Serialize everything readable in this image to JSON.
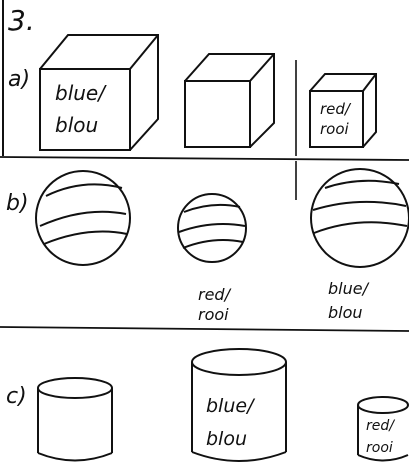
{
  "question_number": "3.",
  "rows": [
    {
      "label": "a)",
      "shape": "cube",
      "items": [
        {
          "size": "large",
          "text_lines": [
            "blue/",
            "blou"
          ]
        },
        {
          "size": "medium",
          "text_lines": []
        },
        {
          "size": "small",
          "text_lines": [
            "red/",
            "rooi"
          ]
        }
      ]
    },
    {
      "label": "b)",
      "shape": "sphere",
      "items": [
        {
          "size": "medium",
          "text_lines": [],
          "caption_lines": []
        },
        {
          "size": "small",
          "text_lines": [],
          "caption_lines": [
            "red/",
            "rooi"
          ]
        },
        {
          "size": "large",
          "text_lines": [],
          "caption_lines": [
            "blue/",
            "blou"
          ]
        }
      ]
    },
    {
      "label": "c)",
      "shape": "cylinder",
      "items": [
        {
          "size": "medium",
          "text_lines": []
        },
        {
          "size": "large",
          "text_lines": [
            "blue/",
            "blou"
          ]
        },
        {
          "size": "small",
          "text_lines": [
            "red/",
            "rooi"
          ]
        }
      ]
    }
  ],
  "stroke_color": "#111111"
}
